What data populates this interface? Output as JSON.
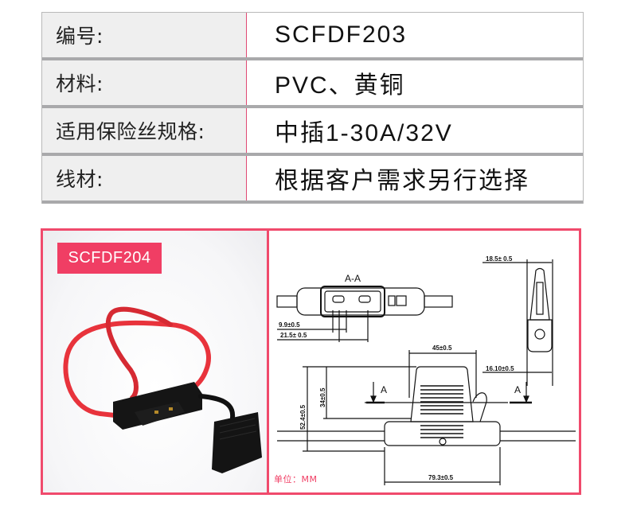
{
  "spec_table": {
    "rows": [
      {
        "label": "编号:",
        "value": "SCFDF203"
      },
      {
        "label": "材料:",
        "value": "PVC、黄铜"
      },
      {
        "label": "适用保险丝规格:",
        "value": "中插1-30A/32V"
      },
      {
        "label": "线材:",
        "value": "根据客户需求另行选择"
      }
    ]
  },
  "product": {
    "model_badge": "SCFDF204",
    "photo_icon": "inline-fuse-holder-photo",
    "drawing": {
      "section_label": "A-A",
      "section_marker_left": "A",
      "section_marker_right": "A",
      "dimensions": {
        "pin_pitch": "9.9±0.5",
        "pin_span": "21.5± 0.5",
        "side_width": "18.5± 0.5",
        "top_width": "45±0.5",
        "side_base": "16.10±0.5",
        "overall_height": "52.4±0.5",
        "cover_height": "34±0.5",
        "overall_length": "79.3±0.5"
      },
      "unit_label": "单位：MM"
    }
  },
  "colors": {
    "accent_pink": "#f03e64",
    "label_bg": "#efefef",
    "row_separator": "#a9a9ab"
  }
}
